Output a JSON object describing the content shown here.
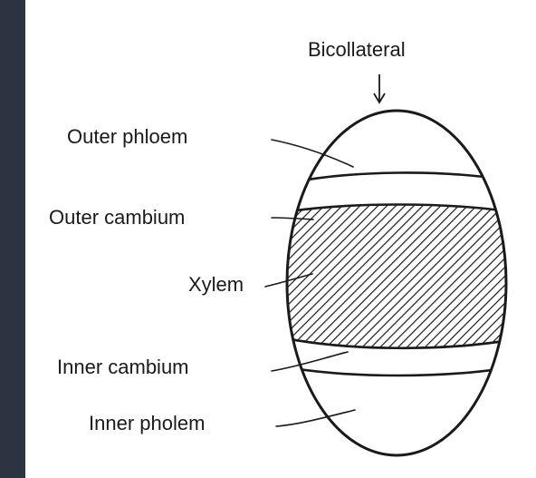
{
  "colors": {
    "frame": "#2b3440",
    "paper": "#ffffff",
    "ink": "#1a1a1a"
  },
  "diagram": {
    "title": "Bicollateral",
    "labels": {
      "outer_phloem": "Outer phloem",
      "outer_cambium": "Outer cambium",
      "xylem": "Xylem",
      "inner_cambium": "Inner cambium",
      "inner_phloem": "Inner pholem"
    }
  }
}
